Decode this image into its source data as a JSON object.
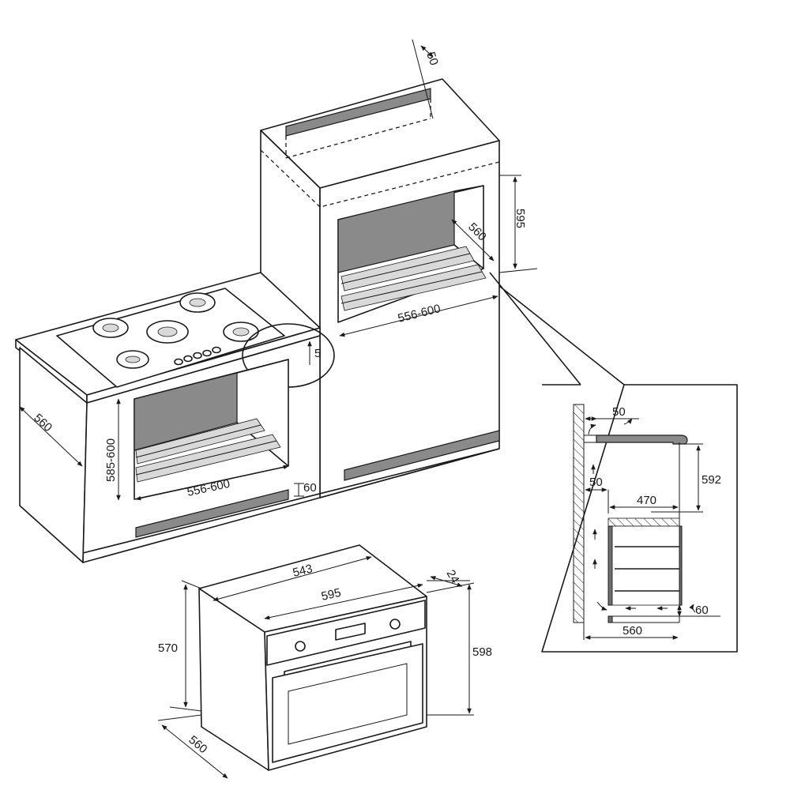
{
  "tall_cabinet": {
    "top_vent_depth": "50",
    "niche_height": "595",
    "niche_depth": "560",
    "niche_width": "556-600"
  },
  "hob_cabinet": {
    "gap": "5",
    "depth": "560",
    "niche_height": "585-600",
    "niche_width": "556-600",
    "base_vent": "60"
  },
  "oven": {
    "inner_width": "543",
    "outer_width": "595",
    "panel_thickness": "24",
    "body_height": "570",
    "total_height": "598",
    "depth": "560"
  },
  "section_detail": {
    "top_gap": "50",
    "height": "592",
    "rear_gap": "50",
    "body_depth": "470",
    "bottom_gap": "60",
    "depth": "560"
  },
  "colors": {
    "line": "#1a1a1a",
    "fill_gray": "#8a8a8a"
  }
}
